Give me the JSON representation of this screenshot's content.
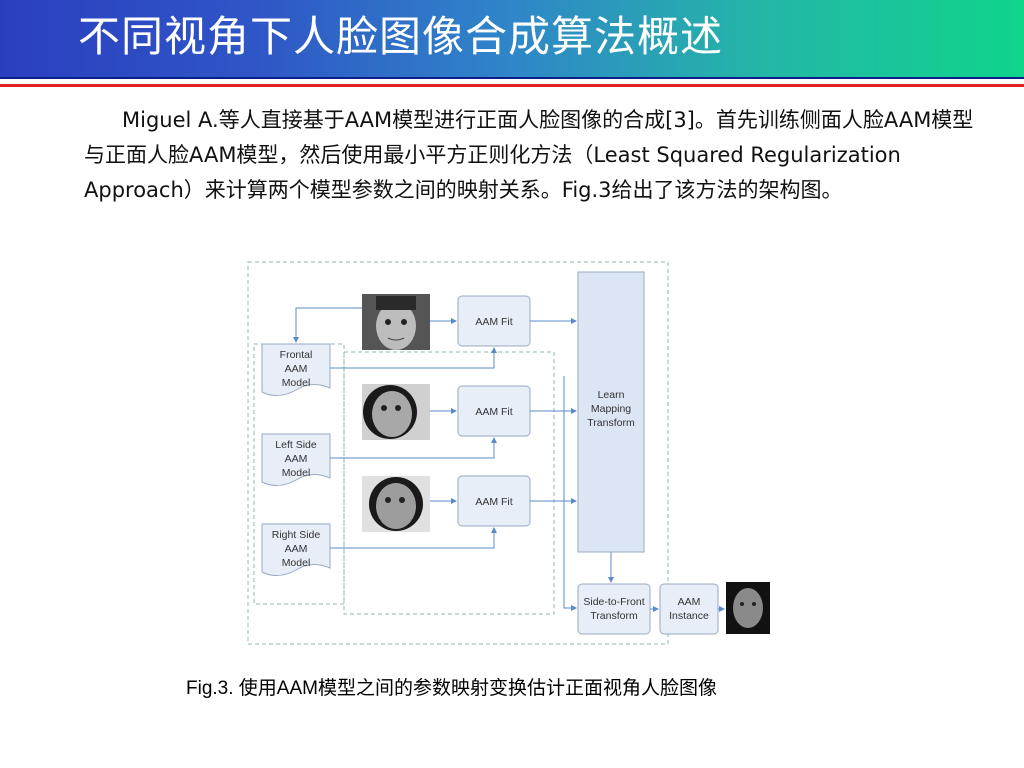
{
  "slide": {
    "title": "不同视角下人脸图像合成算法概述",
    "paragraph": "Miguel A.等人直接基于AAM模型进行正面人脸图像的合成[3]。首先训练侧面人脸AAM模型与正面人脸AAM模型，然后使用最小平方正则化方法（Least Squared Regularization Approach）来计算两个模型参数之间的映射关系。Fig.3给出了该方法的架构图。",
    "caption": "Fig.3. 使用AAM模型之间的参数映射变换估计正面视角人脸图像"
  },
  "figure": {
    "models": [
      {
        "line1": "Frontal",
        "line2": "AAM",
        "line3": "Model"
      },
      {
        "line1": "Left Side",
        "line2": "AAM",
        "line3": "Model"
      },
      {
        "line1": "Right Side",
        "line2": "AAM",
        "line3": "Model"
      }
    ],
    "fit_label": "AAM Fit",
    "learn": {
      "line1": "Learn",
      "line2": "Mapping",
      "line3": "Transform"
    },
    "side_to_front": {
      "line1": "Side-to-Front",
      "line2": "Transform"
    },
    "instance": {
      "line1": "AAM",
      "line2": "Instance"
    }
  },
  "colors": {
    "title_gradient_start": "#2a3fc0",
    "title_gradient_end": "#0fd48c",
    "rule": "#e02020",
    "diagram_box": "#e7eef8",
    "diagram_line": "#5b8bc9"
  }
}
